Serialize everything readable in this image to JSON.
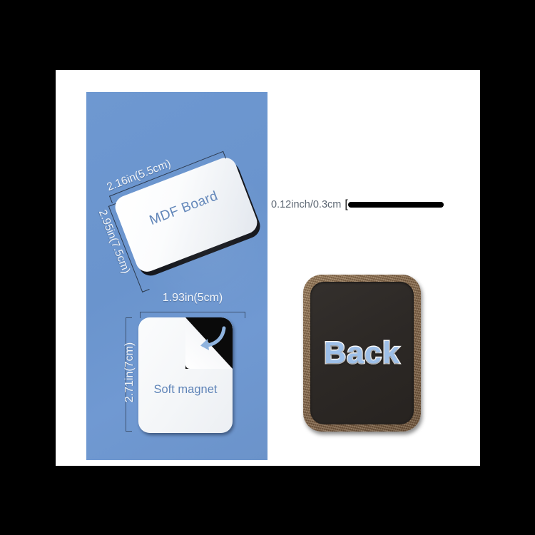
{
  "canvas": {
    "background_color": "#000000",
    "card_background": "#ffffff",
    "panel_color": "#6a95cf"
  },
  "diagram_panel": {
    "mdf": {
      "label": "MDF Board",
      "width_dimension": "2.16in(5.5cm)",
      "length_dimension": "2.95in(7.5cm)",
      "board_color": "#f4f6f9",
      "edge_color": "#14161c",
      "text_color": "#5f84b8"
    },
    "magnet": {
      "label": "Soft magnet",
      "width_dimension": "1.93in(5cm)",
      "height_dimension": "2.71in(7cm)",
      "sheet_color": "#f5f7f9",
      "adhesive_color": "#0a0a0a",
      "arrow_color": "#8fb3de",
      "text_color": "#5f84b8"
    }
  },
  "thickness_callout": {
    "label": "0.12inch/0.3cm",
    "bracket": "[",
    "bar_color": "#000000",
    "text_color": "#5e6874"
  },
  "back_product": {
    "label": "Back",
    "text_color": "#9dbfe8",
    "text_outline_color": "#ffffff",
    "face_color": "#2d2926",
    "frame_color": "#8a6c4d"
  }
}
